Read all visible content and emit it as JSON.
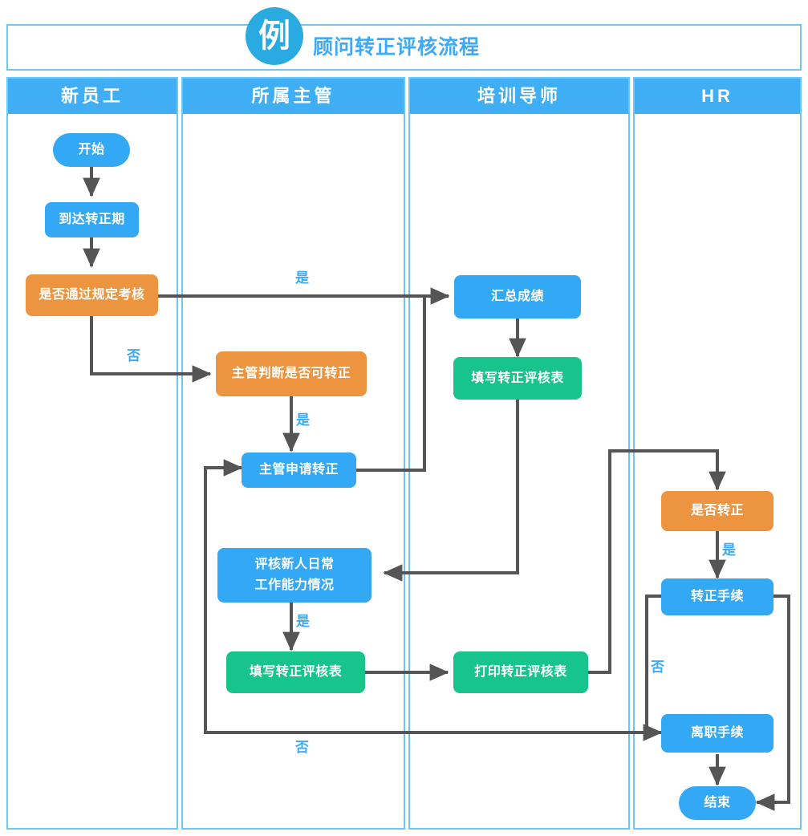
{
  "header": {
    "badge": "例",
    "title": "顾问转正评核流程"
  },
  "colors": {
    "blue": "#33A8F5",
    "orange": "#ED9440",
    "green": "#17C48B",
    "lane_border": "#6FC6F5",
    "lane_header": "#3FAEF5",
    "connector": "#555555",
    "label_text": "#3FA9F5"
  },
  "lanes": [
    {
      "label": "新员工"
    },
    {
      "label": "所属主管"
    },
    {
      "label": "培训导师"
    },
    {
      "label": "HR"
    }
  ],
  "nodes": [
    {
      "id": "start",
      "label": "开始",
      "lane": 0,
      "shape": "pill",
      "color": "blue"
    },
    {
      "id": "arrive",
      "label": "到达转正期",
      "lane": 0,
      "shape": "rect",
      "color": "blue"
    },
    {
      "id": "pass-exam",
      "label": "是否通过规定考核",
      "lane": 0,
      "shape": "rect",
      "color": "orange"
    },
    {
      "id": "mgr-judge",
      "label": "主管判断是否可转正",
      "lane": 1,
      "shape": "rect",
      "color": "orange"
    },
    {
      "id": "mgr-apply",
      "label": "主管申请转正",
      "lane": 1,
      "shape": "rect",
      "color": "blue"
    },
    {
      "id": "review-daily",
      "label": "评核新人日常\n工作能力情况",
      "lane": 1,
      "shape": "rect",
      "color": "blue"
    },
    {
      "id": "fill-form-mgr",
      "label": "填写转正评核表",
      "lane": 1,
      "shape": "rect",
      "color": "green"
    },
    {
      "id": "sum-score",
      "label": "汇总成绩",
      "lane": 2,
      "shape": "rect",
      "color": "blue"
    },
    {
      "id": "fill-form-tut",
      "label": "填写转正评核表",
      "lane": 2,
      "shape": "rect",
      "color": "green"
    },
    {
      "id": "print-form",
      "label": "打印转正评核表",
      "lane": 2,
      "shape": "rect",
      "color": "green"
    },
    {
      "id": "confirm",
      "label": "是否转正",
      "lane": 3,
      "shape": "rect",
      "color": "orange"
    },
    {
      "id": "regular-proc",
      "label": "转正手续",
      "lane": 3,
      "shape": "rect",
      "color": "blue"
    },
    {
      "id": "leave-proc",
      "label": "离职手续",
      "lane": 3,
      "shape": "rect",
      "color": "blue"
    },
    {
      "id": "end",
      "label": "结束",
      "lane": 3,
      "shape": "pill",
      "color": "blue"
    }
  ],
  "edge_labels": [
    {
      "id": "yes-exam",
      "text": "是"
    },
    {
      "id": "no-exam",
      "text": "否"
    },
    {
      "id": "yes-judge",
      "text": "是"
    },
    {
      "id": "yes-review",
      "text": "是"
    },
    {
      "id": "yes-confirm",
      "text": "是"
    },
    {
      "id": "no-confirm",
      "text": "否"
    },
    {
      "id": "no-loop",
      "text": "否"
    }
  ]
}
